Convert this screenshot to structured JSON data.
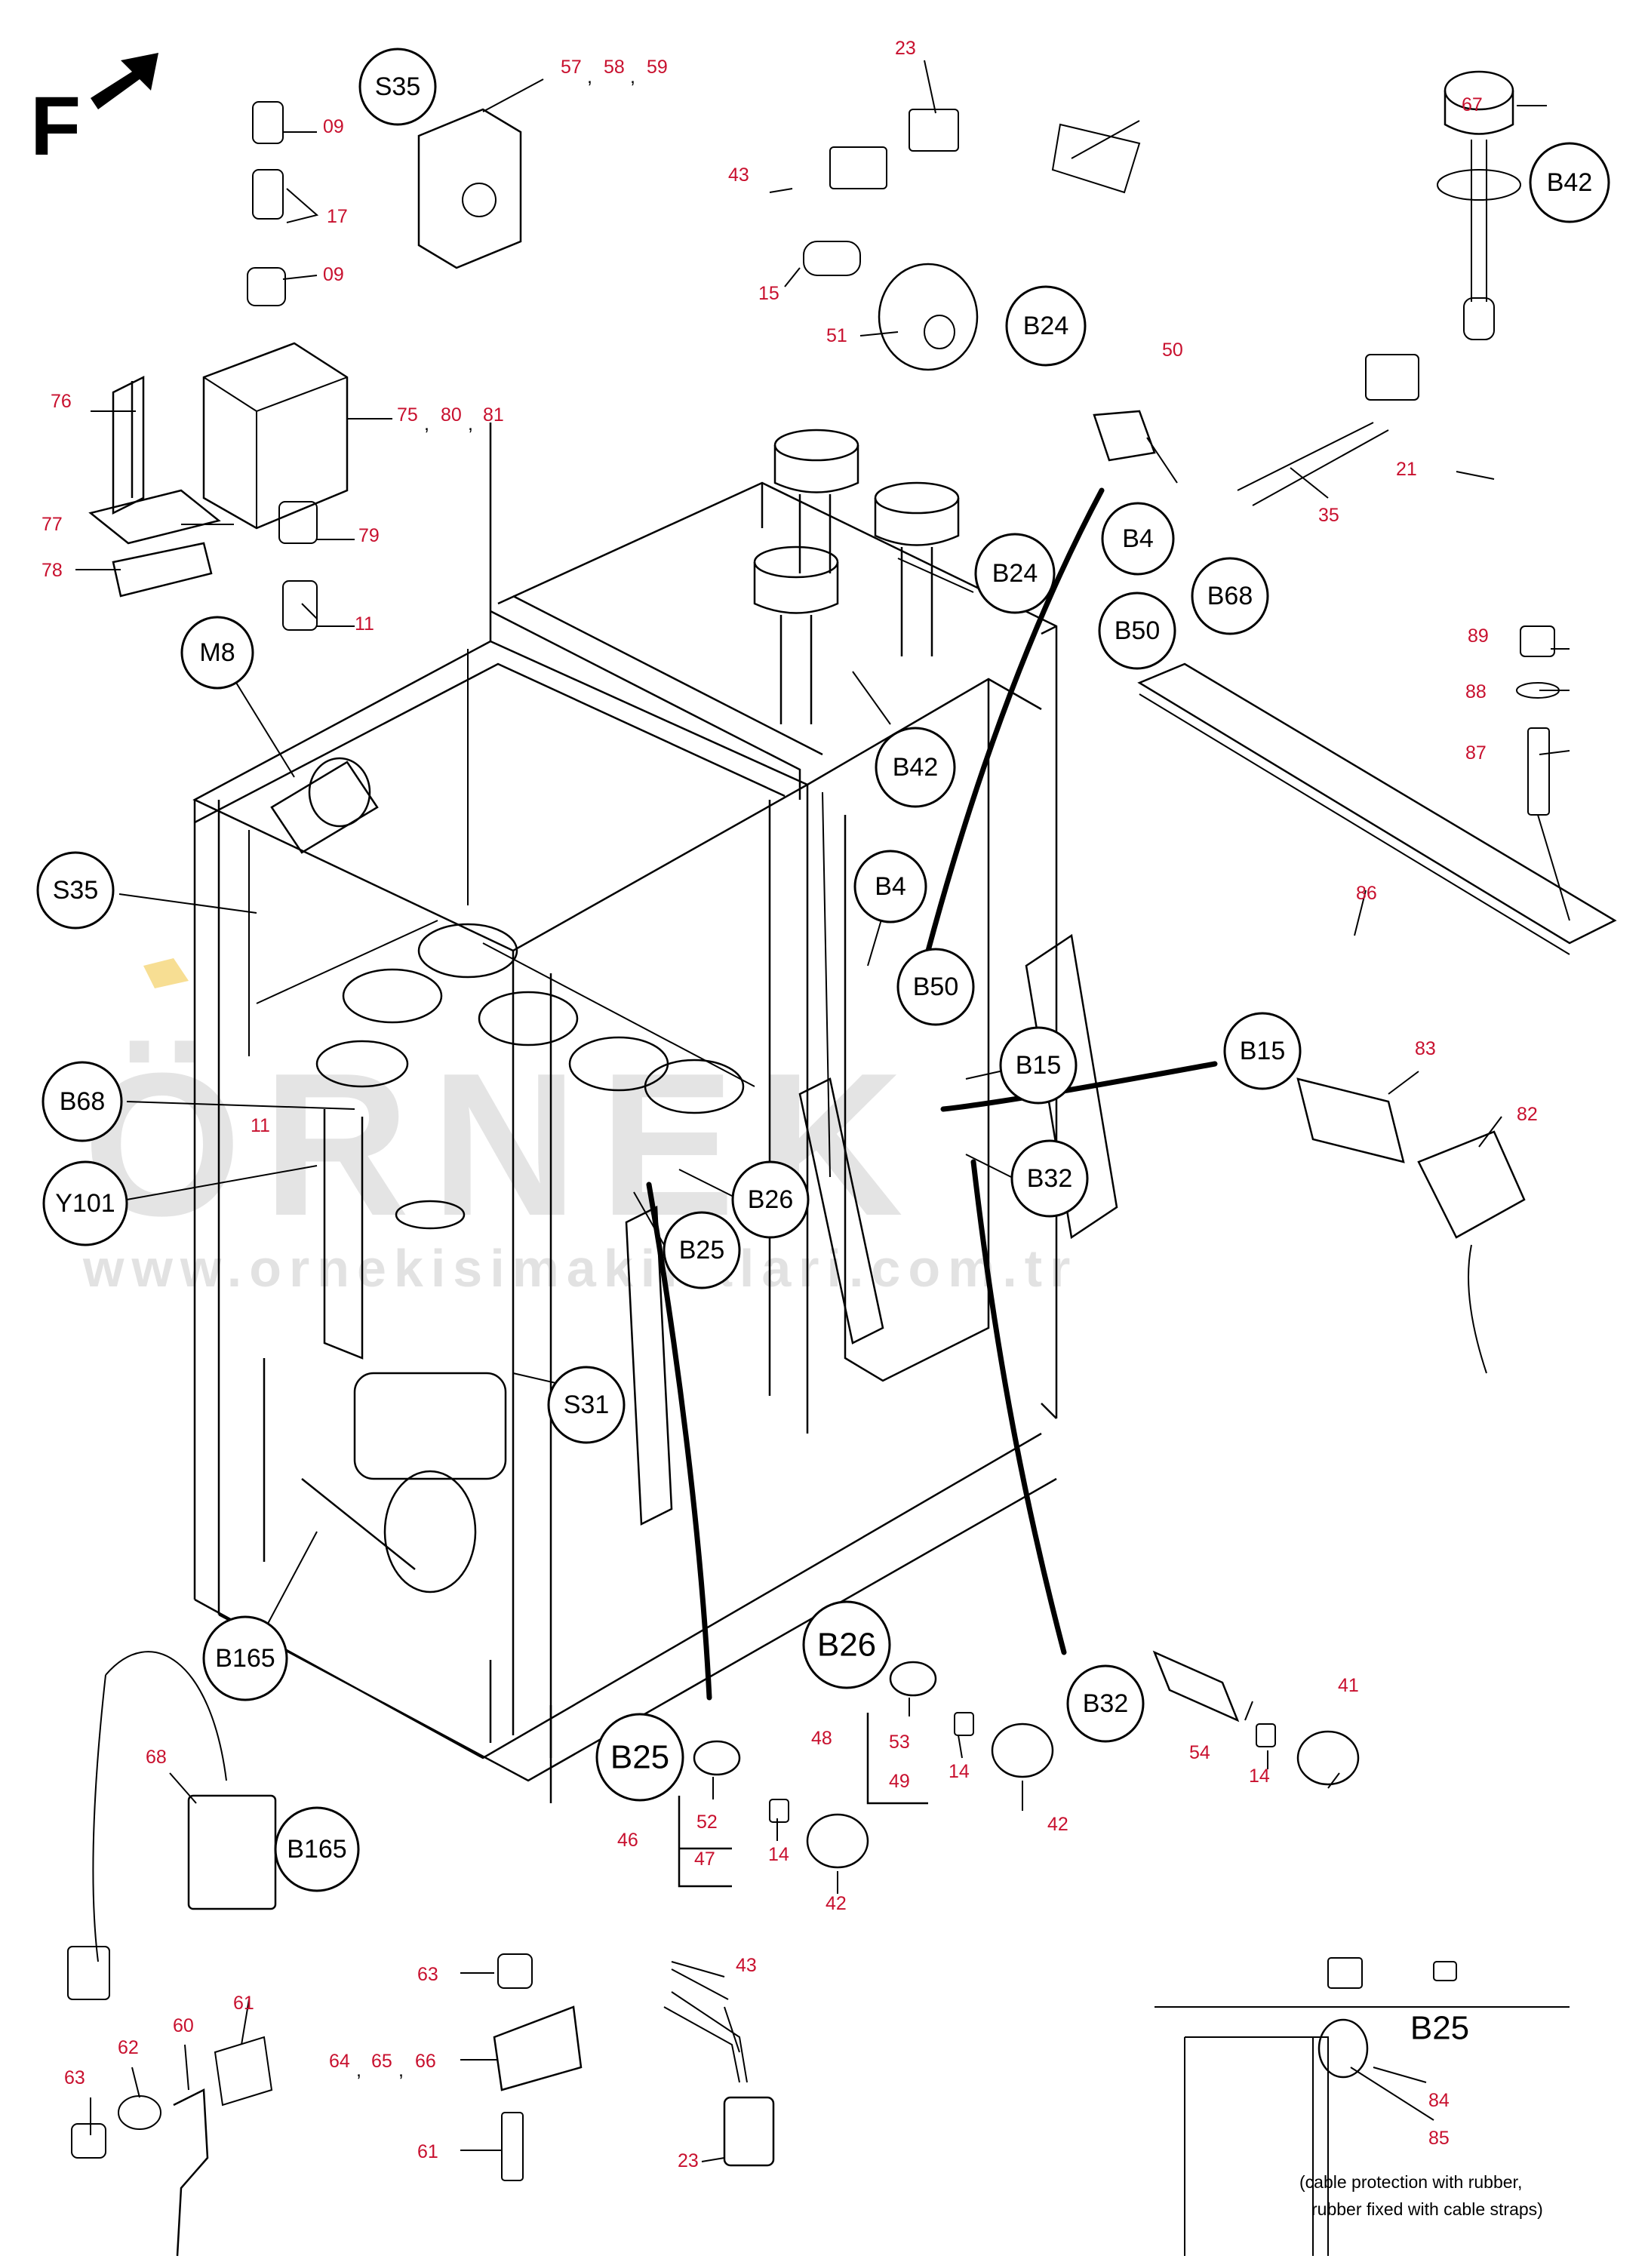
{
  "direction_label": "F",
  "watermark": {
    "brand": "ÖRNEK",
    "url": "www.ornekisimakinalari.com.tr"
  },
  "part_numbers": [
    "57",
    "58",
    "59",
    "23",
    "09",
    "17",
    "09",
    "67",
    "43",
    "15",
    "51",
    "76",
    "75",
    "80",
    "81",
    "50",
    "21",
    "35",
    "77",
    "79",
    "78",
    "11",
    "89",
    "88",
    "87",
    "86",
    "83",
    "82",
    "11",
    "68",
    "63",
    "62",
    "60",
    "61",
    "63",
    "64",
    "65",
    "66",
    "61",
    "43",
    "23",
    "52",
    "47",
    "46",
    "14",
    "42",
    "53",
    "48",
    "49",
    "14",
    "42",
    "54",
    "14",
    "41",
    "84",
    "85"
  ],
  "component_codes": [
    "S35",
    "B42",
    "B24",
    "B4",
    "B24",
    "B68",
    "B50",
    "M8",
    "B42",
    "B4",
    "S35",
    "B50",
    "B15",
    "B15",
    "B68",
    "B26",
    "B32",
    "Y101",
    "B25",
    "S31",
    "B165",
    "B26",
    "B32",
    "B25",
    "B165",
    "B25"
  ],
  "footnote": [
    "(cable protection with rubber,",
    "rubber fixed with cable straps)"
  ],
  "colors": {
    "part_number": "#c8102e",
    "line": "#000000",
    "watermark": "#cfcfcf"
  }
}
